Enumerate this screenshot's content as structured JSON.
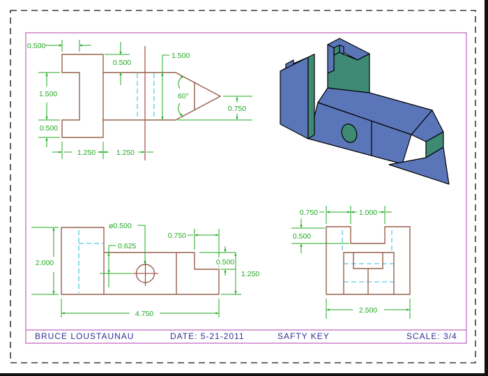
{
  "drawing": {
    "kind": "CAD plot preview of a machined part (three orthographic views, one shaded isometric view)",
    "title_block": {
      "author": "BRUCE LOUSTAUNAU",
      "date": "DATE: 5-21-2011",
      "part_name": "SAFTY KEY",
      "scale": "SCALE: 3/4"
    },
    "views": {
      "top": {
        "dims": {
          "overhang": "0.500",
          "flange_depth": "0.500",
          "body_width_leader": "1.500",
          "angle": "60°",
          "tip_half": "0.750",
          "mid_height": "1.500",
          "lower_flange": "0.500",
          "len1": "1.250",
          "len2": "1.250"
        }
      },
      "front": {
        "dims": {
          "height": "2.000",
          "hole_dia": "ø0.500",
          "hole_drop": "0.625",
          "step_width": "0.750",
          "step_height": "0.500",
          "body_height": "1.250",
          "length": "4.750"
        }
      },
      "end": {
        "dims": {
          "notch_left": "0.750",
          "notch_width": "1.000",
          "notch_depth": "0.500",
          "width": "2.500"
        }
      }
    },
    "colors": {
      "dimension_green": "#22a822",
      "object_line_brown": "#96604b",
      "centerline_red": "#9b3a30",
      "hidden_line_cyan": "#58c8e8",
      "border_magenta": "#cc80cc",
      "title_text_navy": "#2e3191",
      "iso_face_blue": "#5a76b8",
      "iso_face_teal": "#3f8a74",
      "paper_white": "#ffffff"
    }
  }
}
